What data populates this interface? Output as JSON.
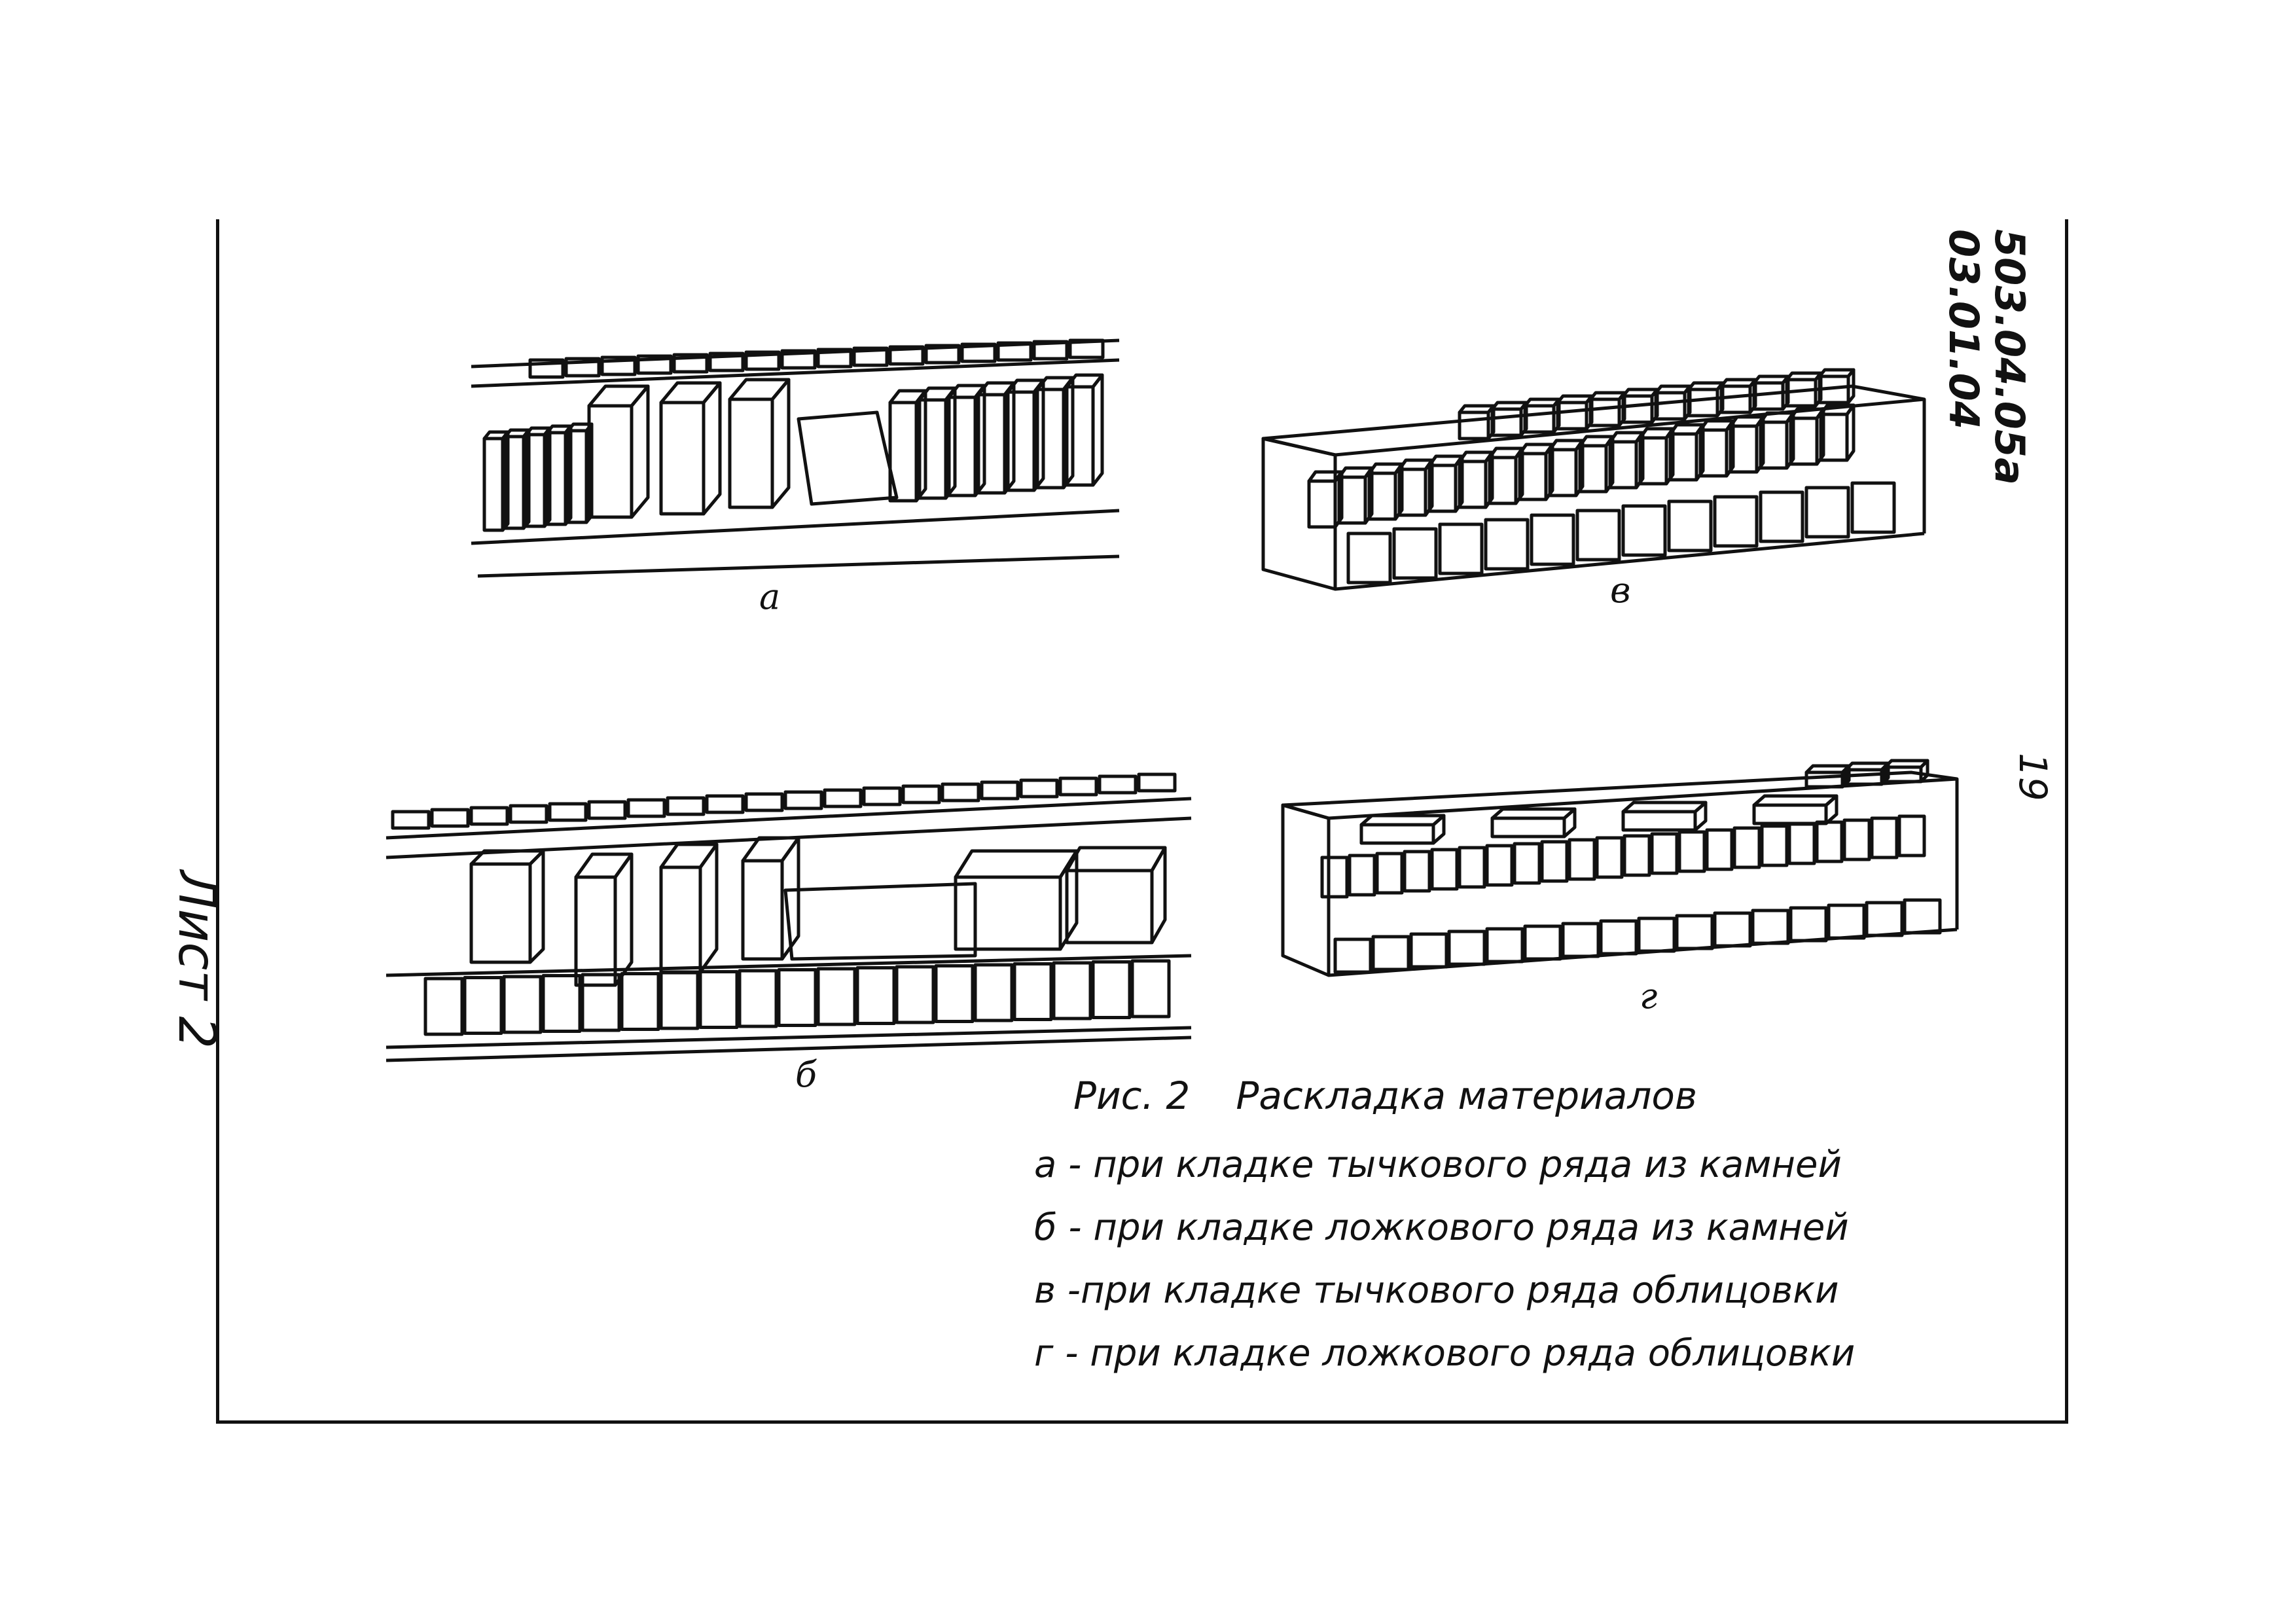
{
  "document": {
    "code_line1": "503.04.05а",
    "code_line2": "03.01.04",
    "page_number": "19",
    "sheet_label": "Лист 2"
  },
  "figures": {
    "a": {
      "label": "а"
    },
    "b": {
      "label": "б"
    },
    "v": {
      "label": "в"
    },
    "g": {
      "label": "г"
    }
  },
  "caption": {
    "fig_number": "Рис. 2",
    "title": "Раскладка материалов",
    "items": [
      "а - при кладке тычкового ряда из камней",
      "б - при кладке ложкового ряда из камней",
      "в -при кладке тычкового ряда облицовки",
      "г - при кладке ложкового ряда облицовки"
    ]
  }
}
